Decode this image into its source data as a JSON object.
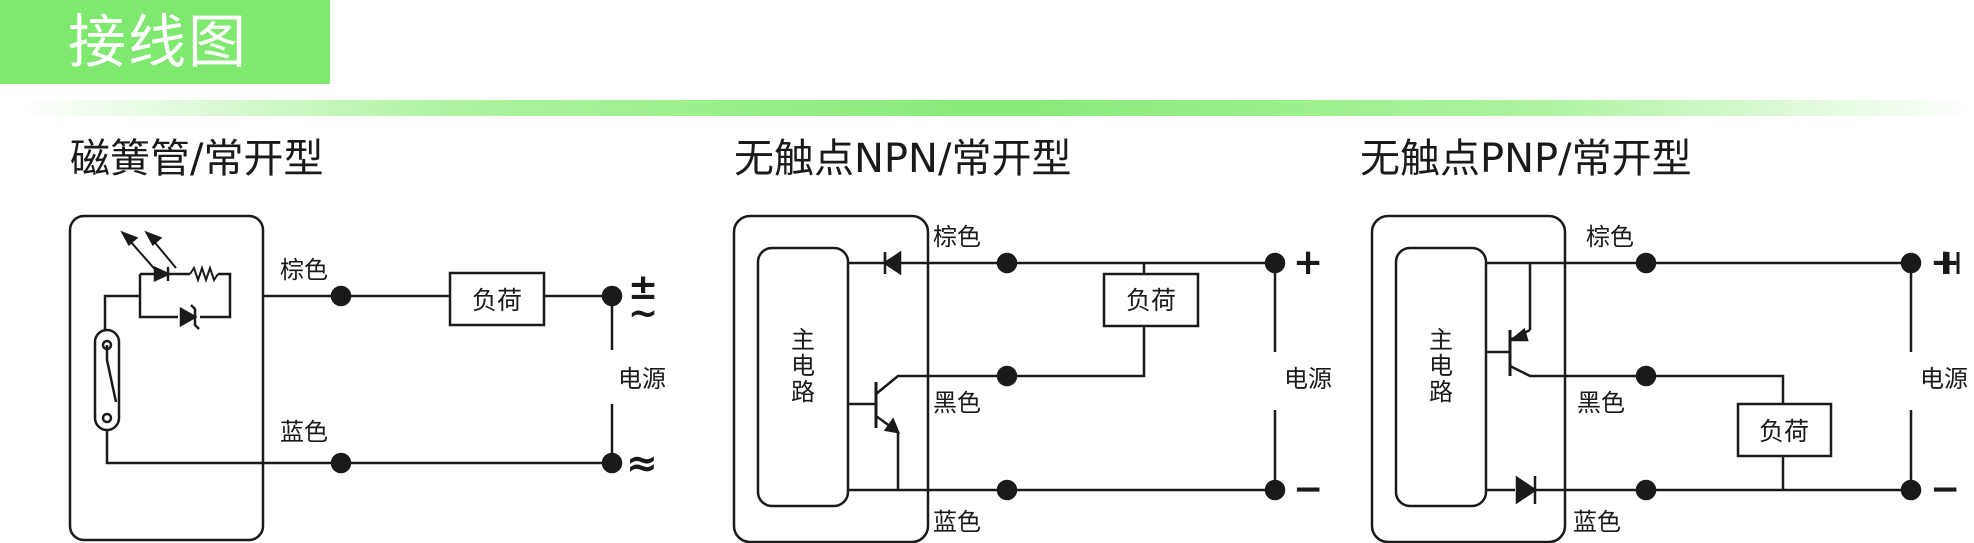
{
  "header": {
    "title": "接线图",
    "accent_color": "#7ee86f"
  },
  "panels": [
    {
      "title": "磁簧管/常开型",
      "wire_top": "棕色",
      "wire_bottom": "蓝色",
      "load": "负荷",
      "power": "电源",
      "terminal_top": "±",
      "terminal_top_sub": "~",
      "terminal_bottom": "≈"
    },
    {
      "title": "无触点NPN/常开型",
      "main_circuit": [
        "主",
        "电",
        "路"
      ],
      "wire_top": "棕色",
      "wire_mid": "黑色",
      "wire_bottom": "蓝色",
      "load": "负荷",
      "power": "电源",
      "terminal_top": "+",
      "terminal_bottom": "−"
    },
    {
      "title": "无触点PNP/常开型",
      "main_circuit": [
        "主",
        "电",
        "路"
      ],
      "wire_top": "棕色",
      "wire_mid": "黑色",
      "wire_bottom": "蓝色",
      "load": "负荷",
      "power": "电源",
      "terminal_top": "+",
      "terminal_bottom": "−"
    }
  ]
}
